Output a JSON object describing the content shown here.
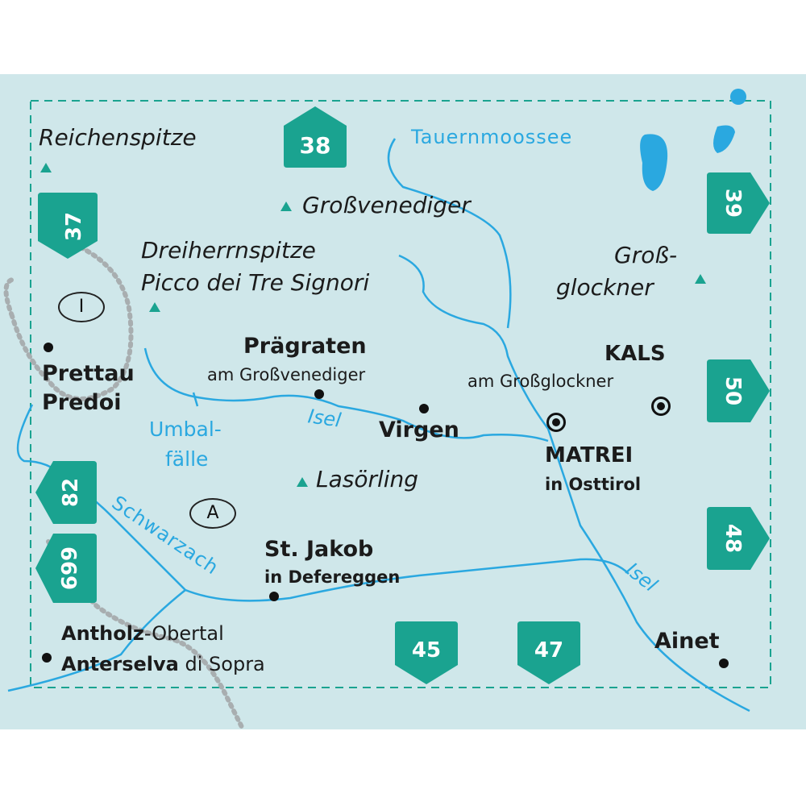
{
  "map": {
    "peaks": {
      "reichenspitze": "Reichenspitze",
      "grossvenediger": "Großvenediger",
      "dreiherrnspitze": "Dreiherrnspitze",
      "picco": "Picco dei Tre Signori",
      "gross": "Groß-",
      "glockner": "glockner",
      "lasoerling": "Lasörling"
    },
    "towns": {
      "praegraten": "Prägraten",
      "praegraten_sub": "am Großvenediger",
      "kals": "KALS",
      "kals_sub": "am Großglockner",
      "prettau": "Prettau",
      "predoi": "Predoi",
      "virgen": "Virgen",
      "matrei": "MATREI",
      "matrei_sub": "in Osttirol",
      "st_jakob": "St. Jakob",
      "st_jakob_sub": "in Defereggen",
      "antholz": "Antholz",
      "antholz_sub": "-Obertal",
      "anterselva": "Anterselva",
      "anterselva_sub": " di Sopra",
      "ainet": "Ainet"
    },
    "water": {
      "tauernmoossee": "Tauernmoossee",
      "umbal": "Umbal-",
      "faelle": "fälle",
      "isel_1": "Isel",
      "isel_2": "Isel",
      "schwarzach": "Schwarzach"
    },
    "countries": {
      "italy": "I",
      "austria": "A"
    },
    "shields": {
      "s38": "38",
      "s37": "37",
      "s39": "39",
      "s50": "50",
      "s82": "82",
      "s48": "48",
      "s699": "699",
      "s45": "45",
      "s47": "47"
    },
    "colors": {
      "background": "#cfe7ea",
      "shield": "#1aa390",
      "river": "#2aa8e0",
      "border_dash": "#1aa390"
    },
    "icons": {
      "peak": "triangle-peak-icon",
      "town": "dot-town-icon",
      "major_town": "circle-dot-icon"
    }
  }
}
